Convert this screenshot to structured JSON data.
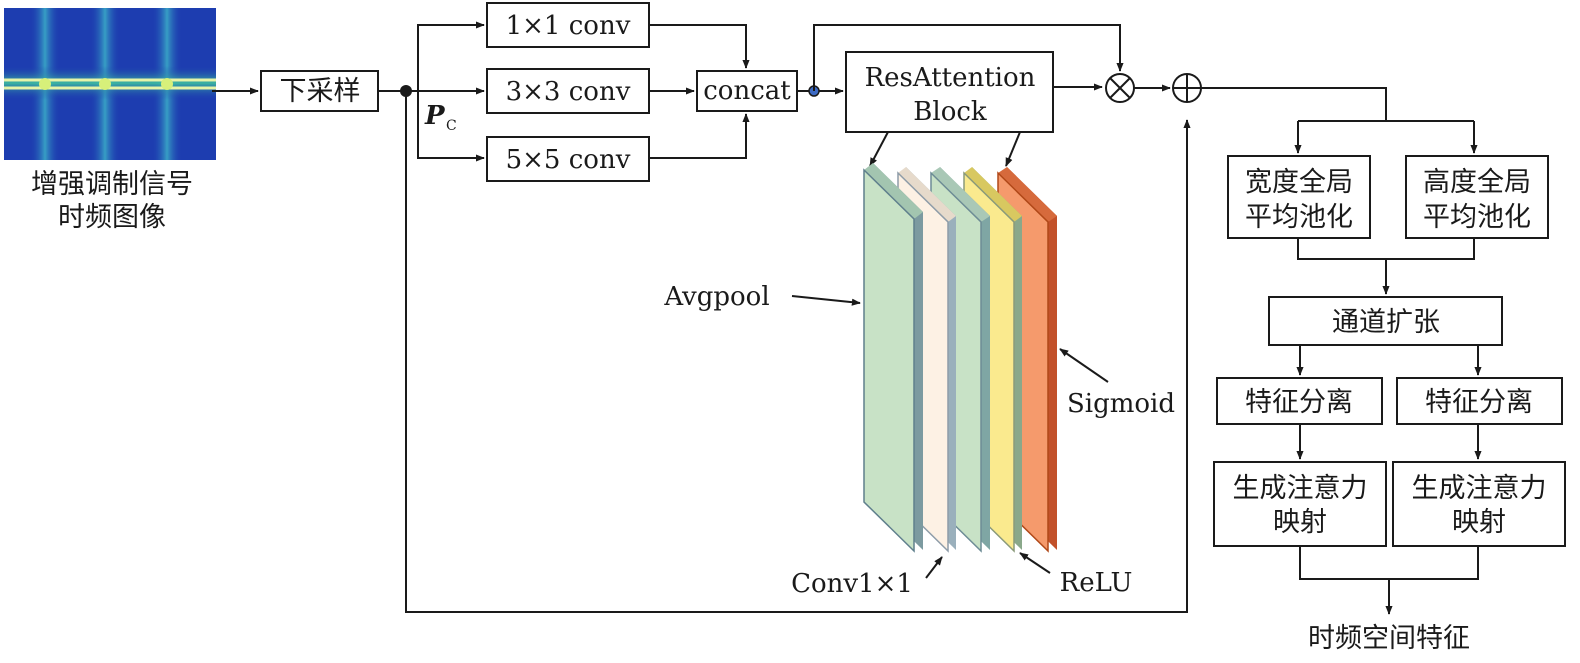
{
  "input": {
    "caption_line1": "增强调制信号",
    "caption_line2": "时频图像"
  },
  "downsample": "下采样",
  "pc_label": "P",
  "pc_sub": "C",
  "convs": [
    "1×1 conv",
    "3×3 conv",
    "5×5 conv"
  ],
  "concat": "concat",
  "resblock": {
    "line1": "ResAttention",
    "line2": "Block"
  },
  "layers": [
    "Avgpool",
    "Conv1×1",
    "ReLU",
    "Sigmoid"
  ],
  "pools": [
    {
      "line1": "宽度全局",
      "line2": "平均池化"
    },
    {
      "line1": "高度全局",
      "line2": "平均池化"
    }
  ],
  "expand": "通道扩张",
  "separate": [
    "特征分离",
    "特征分离"
  ],
  "attention_maps": [
    {
      "line1": "生成注意力",
      "line2": "映射"
    },
    {
      "line1": "生成注意力",
      "line2": "映射"
    }
  ],
  "output": "时频空间特征",
  "colors": {
    "avgpool": "#c8e2c6",
    "conv1x1": "#fdf1e4",
    "relu": "#faea8e",
    "sigmoid": "#f59a6c",
    "spectrogram_bg": "#1d3db0"
  }
}
